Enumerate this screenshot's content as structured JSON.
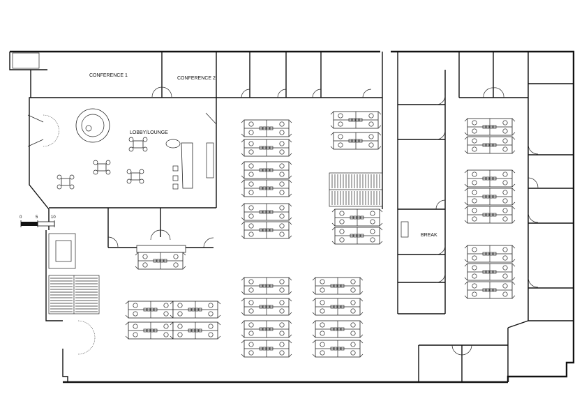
{
  "rooms": {
    "conference1": "CONFERENCE 1",
    "conference2": "CONFERENCE 2",
    "lobby": "LOBBY/LOUNGE",
    "break": "BREAK"
  },
  "scale_bar": {
    "ticks": [
      "0",
      "5",
      "10"
    ]
  },
  "colors": {
    "line": "#111111",
    "background": "#ffffff"
  }
}
